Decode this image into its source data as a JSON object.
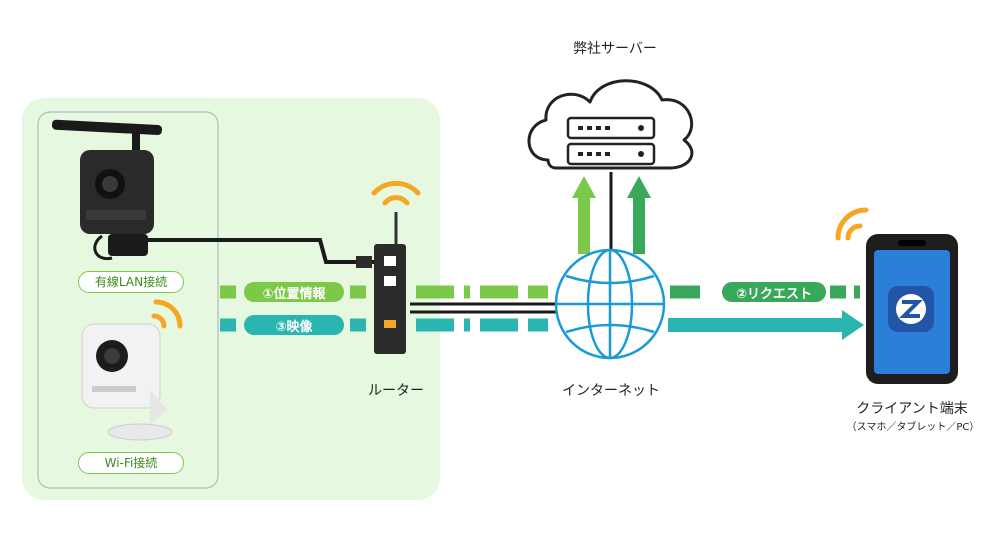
{
  "labels": {
    "server": "弊社サーバー",
    "router": "ルーター",
    "internet": "インターネット",
    "client": "クライアント端末",
    "client_sub": "（スマホ／タブレット／PC）",
    "wired_camera": "有線LAN接続",
    "wifi_camera": "Wi-Fi接続",
    "flow_location": "①位置情報",
    "flow_video": "③映像",
    "flow_request": "②リクエスト"
  },
  "colors": {
    "green": "#7cc94a",
    "dark_green": "#3aa85a",
    "teal": "#2bb5b0",
    "orange": "#f5a623",
    "panel_bg": "#e6f8e0",
    "phone_body": "#1e1e1e",
    "phone_screen": "#2b7fd9"
  }
}
